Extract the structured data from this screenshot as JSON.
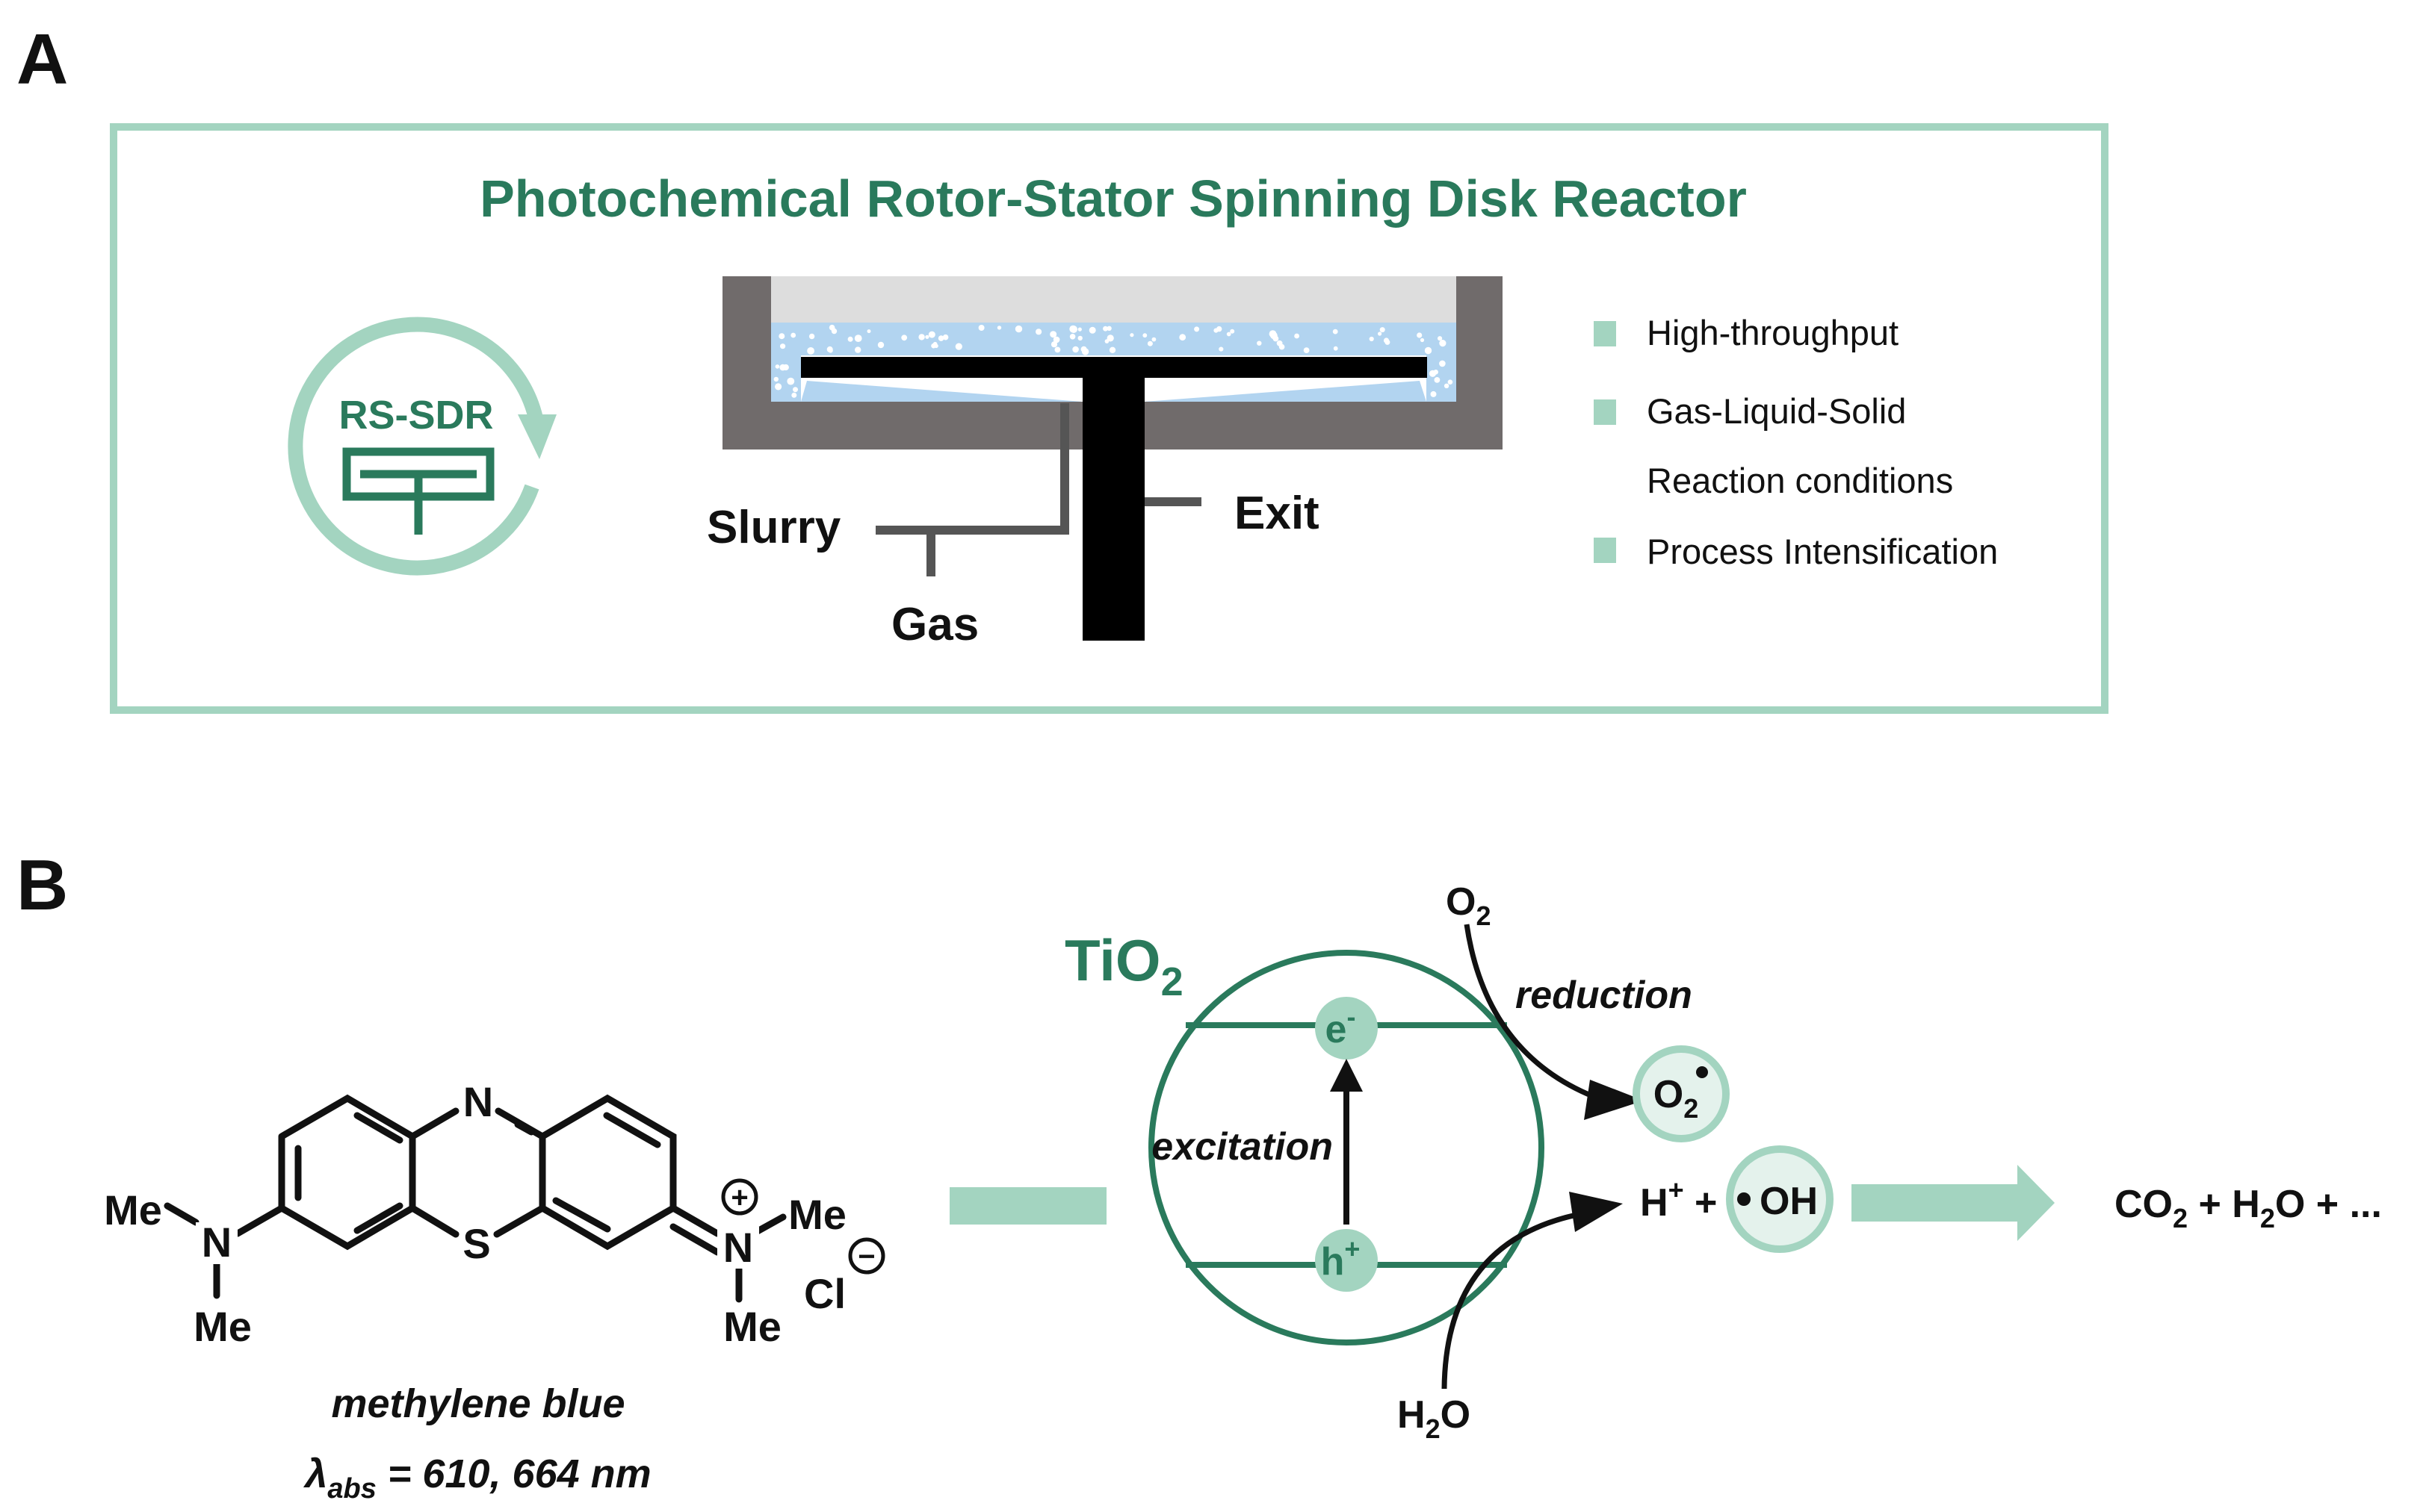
{
  "panel_a": {
    "label": "A",
    "title": "Photochemical Rotor-Stator Spinning Disk Reactor",
    "badge": "RS-SDR",
    "inlets": {
      "slurry": "Slurry",
      "gas": "Gas",
      "exit": "Exit"
    },
    "features": [
      "High-throughput",
      "Gas-Liquid-Solid",
      "Reaction conditions",
      "Process Intensification"
    ]
  },
  "panel_b": {
    "label": "B",
    "molecule": {
      "name": "methylene blue",
      "absorbance_prefix": "λ",
      "absorbance_sub": "abs",
      "absorbance_value": " = 610, 664 nm",
      "atoms": {
        "N_top": "N",
        "S": "S",
        "N_left": "N",
        "Me1": "Me",
        "Me2": "Me",
        "N_right": "N",
        "Me3": "Me",
        "Me4": "Me",
        "Cl": "Cl",
        "plus": "+",
        "minus": "−"
      }
    },
    "catalyst": {
      "name": "TiO",
      "sub": "2"
    },
    "electron": {
      "base": "e",
      "sup": "-"
    },
    "hole": {
      "base": "h",
      "sup": "+"
    },
    "labels": {
      "excitation": "excitation",
      "reduction": "reduction"
    },
    "oxygen": {
      "base": "O",
      "sub": "2"
    },
    "superoxide": {
      "base": "O",
      "sub": "2"
    },
    "water": {
      "base": "H",
      "sub": "2",
      "tail": "O"
    },
    "hydroxyl": {
      "proton": "H",
      "proton_sup": "+",
      "plus": " +",
      "radical": "OH"
    },
    "products": {
      "p1": "CO",
      "p1_sub": "2",
      "mid": " + H",
      "p2_sub": "2",
      "tail": "O + ..."
    },
    "colors": {
      "green": "#2a7a5c",
      "mint": "#a3d4c0",
      "light_blue": "#b2d4f0",
      "gray": "#706b6b"
    }
  }
}
